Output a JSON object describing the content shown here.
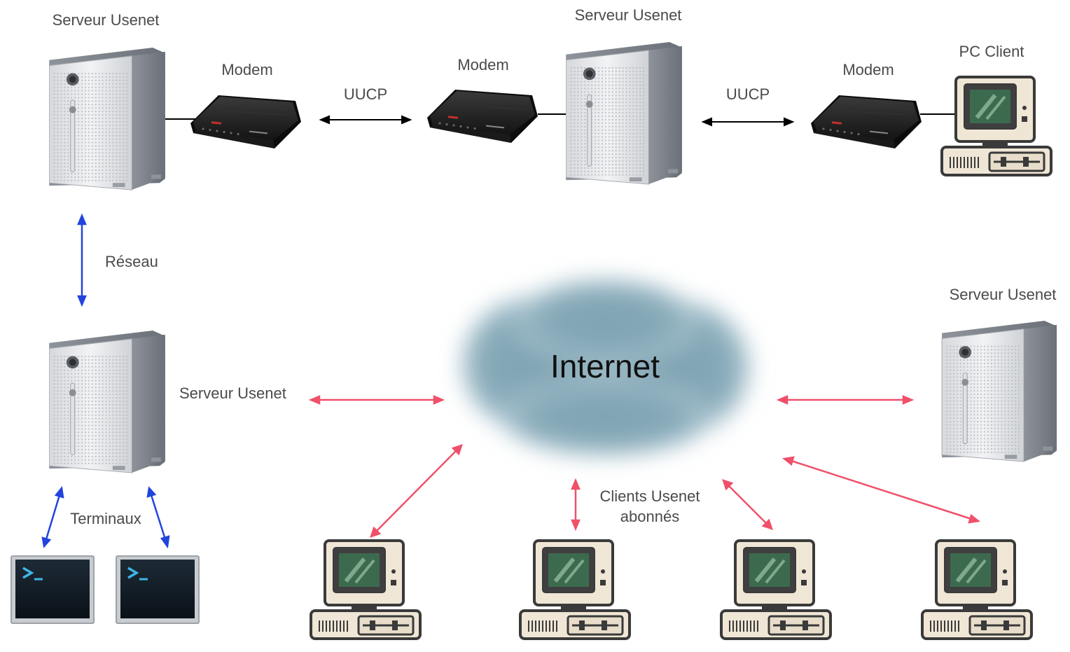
{
  "colors": {
    "link_serial": "#000000",
    "link_network": "#2244dd",
    "link_internet": "#f0506a",
    "cloud": "#86a9b8"
  },
  "labels": {
    "server_top_left": "Serveur Usenet",
    "server_top_middle": "Serveur Usenet",
    "server_right": "Serveur Usenet",
    "server_middle_left": "Serveur Usenet",
    "modem_1": "Modem",
    "modem_2": "Modem",
    "modem_3": "Modem",
    "pc_client": "PC Client",
    "uucp_1": "UUCP",
    "uucp_2": "UUCP",
    "network": "Réseau",
    "terminals": "Terminaux",
    "clients": "Clients Usenet abonnés",
    "internet": "Internet"
  },
  "icons": {
    "server": "server-tower-icon",
    "modem": "modem-icon",
    "pc": "retro-pc-icon",
    "terminal": "terminal-icon",
    "cloud": "cloud-icon"
  }
}
